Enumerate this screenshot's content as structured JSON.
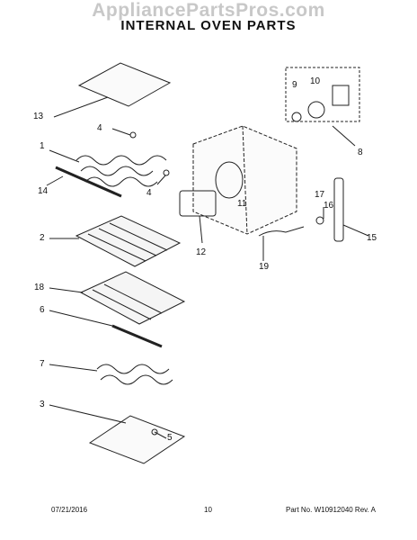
{
  "watermark": "AppliancePartsPros.com",
  "title": "INTERNAL OVEN PARTS",
  "callouts": {
    "c1": "1",
    "c2": "2",
    "c3": "3",
    "c4a": "4",
    "c4b": "4",
    "c5": "5",
    "c6": "6",
    "c7": "7",
    "c8": "8",
    "c9": "9",
    "c10": "10",
    "c11": "11",
    "c12": "12",
    "c13": "13",
    "c14": "14",
    "c15": "15",
    "c16": "16",
    "c17": "17",
    "c18": "18",
    "c19": "19"
  },
  "footer": {
    "date": "07/21/2016",
    "page": "10",
    "part_rev": "Part No. W10912040  Rev. A"
  }
}
